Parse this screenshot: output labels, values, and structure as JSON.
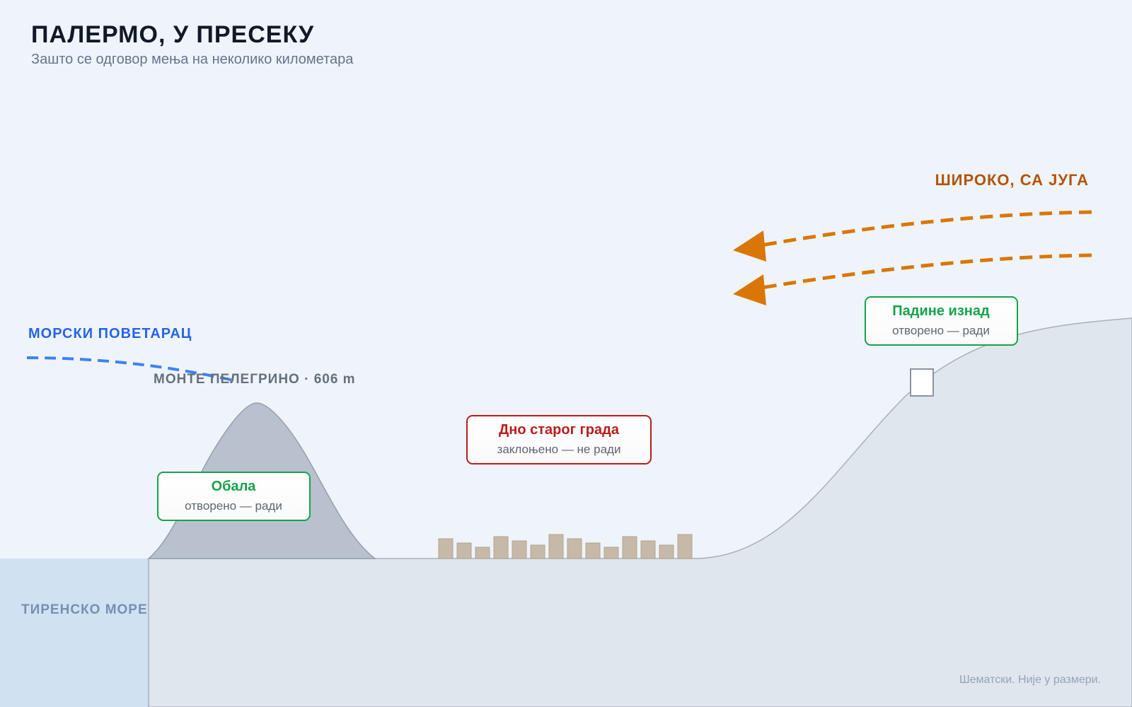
{
  "header": {
    "title": "ПАЛЕРМО, У ПРЕСЕКУ",
    "subtitle": "Зашто се одговор мења на неколико километара"
  },
  "winds": {
    "sea_breeze": "МОРСКИ ПОВЕТАРАЦ",
    "scirocco": "ШИРОКО, СА ЈУГА"
  },
  "terrain": {
    "mountain": "МОНТЕ ПЕЛЕГРИНО · 606 m",
    "sea": "ТИРЕНСКО МОРЕ"
  },
  "zones": [
    {
      "title": "Обала",
      "status": "отворено — ради",
      "state": "open"
    },
    {
      "title": "Дно старог града",
      "status": "заклоњено — не ради",
      "state": "sheltered"
    },
    {
      "title": "Падине изнад",
      "status": "отворено — ради",
      "state": "open"
    }
  ],
  "footnote": "Шематски. Није у размери.",
  "colors": {
    "open": "#16a34a",
    "sheltered": "#b91c1c",
    "scirocco": "#d97706",
    "sea_breeze": "#3b82f6",
    "sea": "#d0e1f2",
    "ground": "#e0e6ed",
    "mountain": "#b8c1cd",
    "buildings": "#c6b9a7"
  }
}
